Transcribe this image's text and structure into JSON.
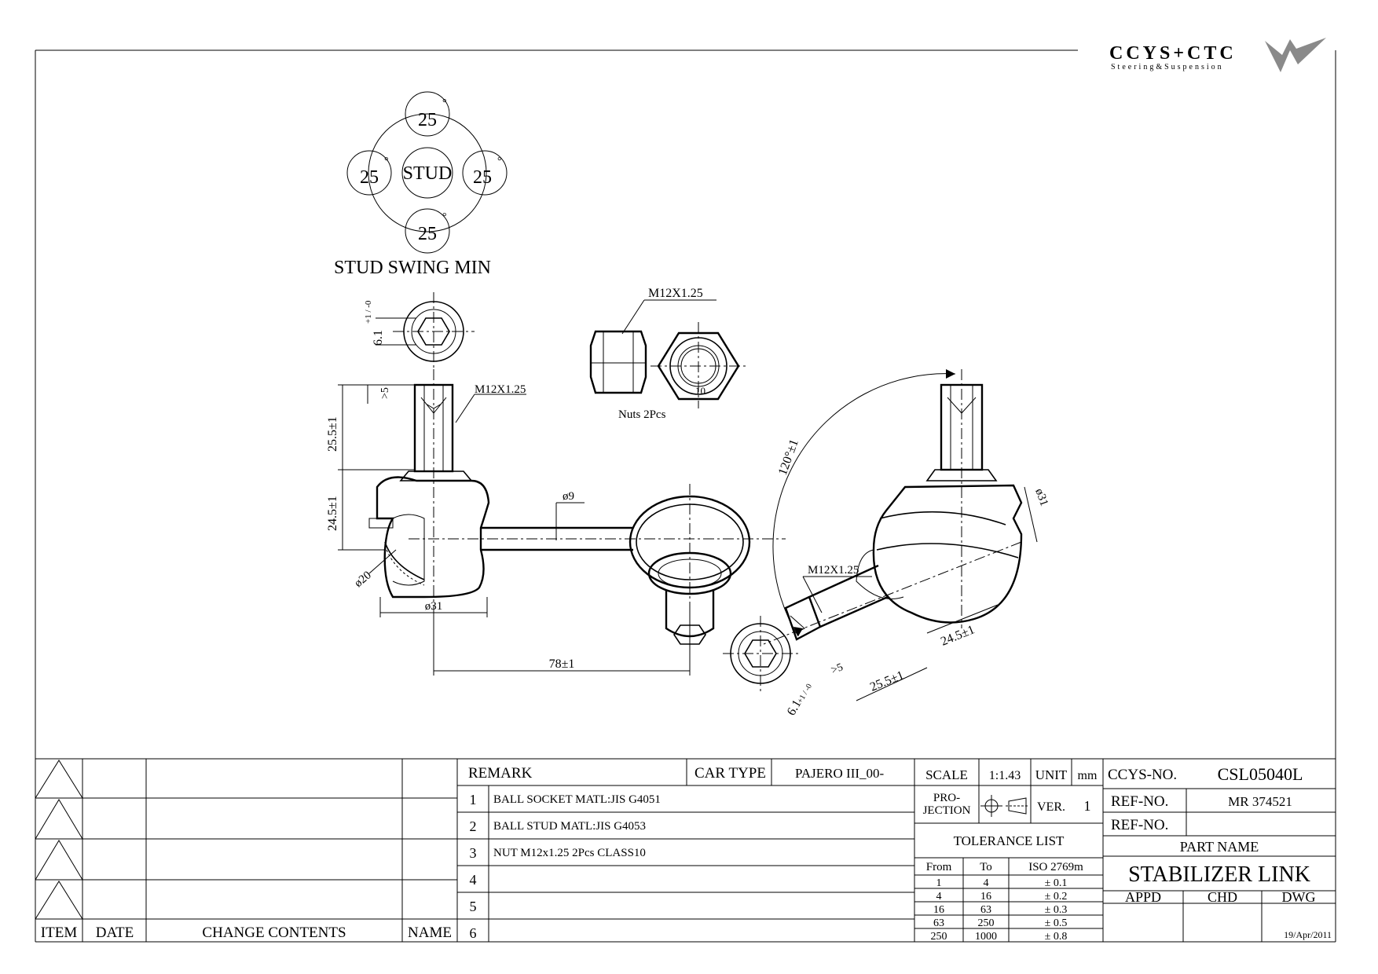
{
  "logo": {
    "name": "CCYS+CTC",
    "tagline": "Steering&Suspension"
  },
  "swing": {
    "title": "STUD SWING MIN",
    "center": "STUD",
    "angles": [
      "25",
      "25",
      "25",
      "25"
    ],
    "degree": "°"
  },
  "dims": {
    "hex_top": "6.1",
    "hex_tol": "+1 / -0",
    "thread_top": "M12X1.25",
    "depth": ">5",
    "stud_len": "25.5±1",
    "body_len": "24.5±1",
    "dia20": "ø20",
    "dia31": "ø31",
    "rod_dia": "ø9",
    "center_dist": "78±1",
    "nut_thread": "M12X1.25",
    "nut_hex": "10",
    "nuts_note": "Nuts 2Pcs",
    "angle": "120°±1",
    "right_thread": "M12X1.25",
    "right_dia31": "ø31",
    "right_body": "24.5±1",
    "right_stud": "25.5±1",
    "right_depth": ">5",
    "right_hex": "6.1",
    "right_hex_tol": "+1 / -0"
  },
  "revisions": {
    "headers": {
      "item": "ITEM",
      "date": "DATE",
      "change": "CHANGE CONTENTS",
      "name": "NAME"
    }
  },
  "remarks": {
    "header": "REMARK",
    "car_type_label": "CAR TYPE",
    "car_type": "PAJERO III_00-",
    "rows": [
      {
        "no": "1",
        "text": "BALL SOCKET MATL:JIS  G4051"
      },
      {
        "no": "2",
        "text": "BALL STUD MATL:JIS G4053"
      },
      {
        "no": "3",
        "text": "NUT M12x1.25 2Pcs CLASS10"
      },
      {
        "no": "4",
        "text": ""
      },
      {
        "no": "5",
        "text": ""
      },
      {
        "no": "6",
        "text": ""
      }
    ]
  },
  "spec": {
    "scale_label": "SCALE",
    "scale": "1:1.43",
    "unit_label": "UNIT",
    "unit": "mm",
    "projection_label": "PRO-\nJECTION",
    "ver_label": "VER.",
    "ver": "1",
    "tolerance_title": "TOLERANCE LIST",
    "tol_headers": [
      "From",
      "To",
      "ISO 2769m"
    ],
    "tolerances": [
      [
        "1",
        "4",
        "± 0.1"
      ],
      [
        "4",
        "16",
        "± 0.2"
      ],
      [
        "16",
        "63",
        "± 0.3"
      ],
      [
        "63",
        "250",
        "± 0.5"
      ],
      [
        "250",
        "1000",
        "± 0.8"
      ]
    ]
  },
  "title_block": {
    "ccys_label": "CCYS-NO.",
    "ccys_no": "CSL05040L",
    "ref_label": "REF-NO.",
    "ref_no": "MR 374521",
    "ref2_label": "REF-NO.",
    "part_name_label": "PART NAME",
    "part_name": "STABILIZER LINK",
    "appd": "APPD",
    "chd": "CHD",
    "dwg": "DWG",
    "date": "19/Apr/2011"
  }
}
